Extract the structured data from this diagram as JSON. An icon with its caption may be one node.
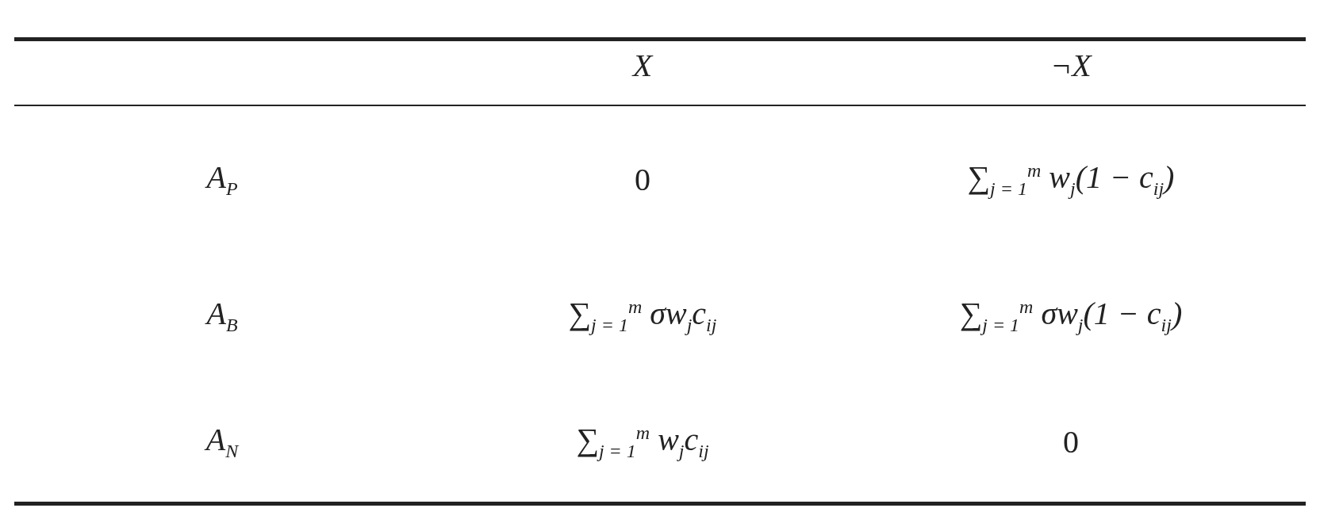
{
  "diagram": {
    "labels": [
      "X",
      "¬X",
      "A$_{P}$",
      "0",
      "∑$_{j = 1}$$^{m}$ w$_{j}$(1 − c$_{ij}$)",
      "A$_{B}$",
      "∑$_{j = 1}$$^{m}$ σw$_{j}$c$_{ij}$",
      "∑$_{j = 1}$$^{m}$ σw$_{j}$(1 − c$_{ij}$)",
      "A$_{N}$",
      "∑$_{j = 1}$$^{m}$ w$_{j}$c$_{ij}$",
      "0"
    ]
  }
}
